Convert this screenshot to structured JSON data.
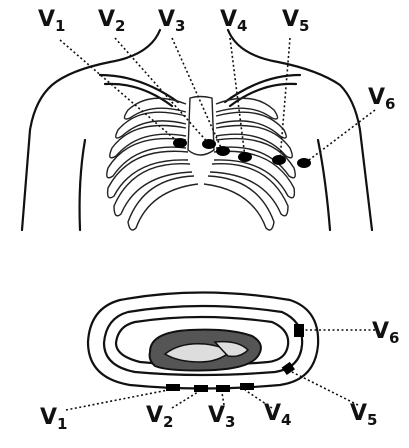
{
  "chest_view": {
    "labels": [
      {
        "letter": "V",
        "num": "1"
      },
      {
        "letter": "V",
        "num": "2"
      },
      {
        "letter": "V",
        "num": "3"
      },
      {
        "letter": "V",
        "num": "4"
      },
      {
        "letter": "V",
        "num": "5"
      },
      {
        "letter": "V",
        "num": "6"
      }
    ]
  },
  "cross_section": {
    "labels": [
      {
        "letter": "V",
        "num": "1"
      },
      {
        "letter": "V",
        "num": "2"
      },
      {
        "letter": "V",
        "num": "3"
      },
      {
        "letter": "V",
        "num": "4"
      },
      {
        "letter": "V",
        "num": "5"
      },
      {
        "letter": "V",
        "num": "6"
      }
    ]
  }
}
